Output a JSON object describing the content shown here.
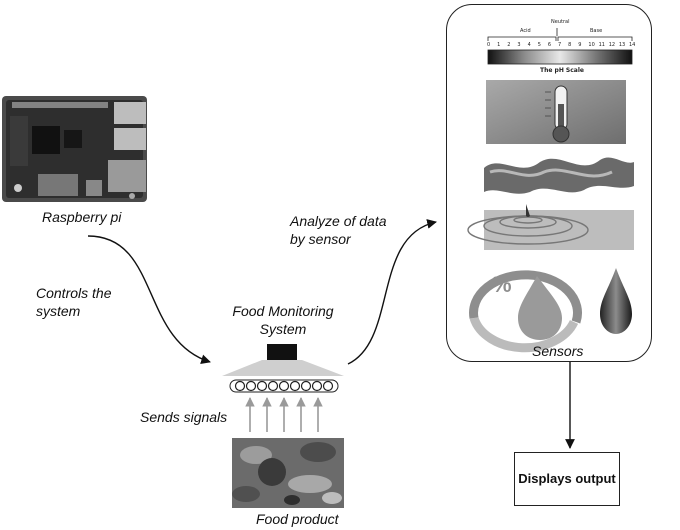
{
  "labels": {
    "raspberry": "Raspberry pi",
    "controls": "Controls the system",
    "monitoring": "Food Monitoring System",
    "sends": "Sends signals",
    "food": "Food product",
    "analyze": "Analyze of data by sensor",
    "sensors": "Sensors",
    "output": "Displays output"
  },
  "ph_scale": {
    "title": "The pH Scale",
    "acid": "Acid",
    "neutral": "Neutral",
    "base": "Base",
    "ticks": [
      "0",
      "1",
      "2",
      "3",
      "4",
      "5",
      "6",
      "7",
      "8",
      "9",
      "10",
      "11",
      "12",
      "13",
      "14"
    ]
  },
  "humidity_symbol": "%",
  "colors": {
    "line": "#111111",
    "arrow_gray": "#9a9a9a",
    "panel_border": "#222222"
  }
}
